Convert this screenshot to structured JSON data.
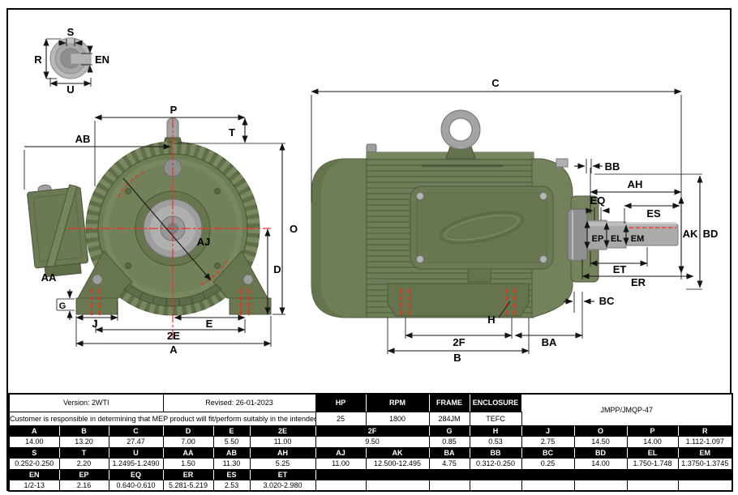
{
  "drawing": {
    "colors": {
      "body_green": "#6f7d55",
      "accent_red": "#e8321e",
      "metal_gray": "#a6a6a6"
    },
    "shaft_detail": {
      "s": "S",
      "r": "R",
      "en": "EN",
      "u": "U"
    },
    "front": {
      "p": "P",
      "ab": "AB",
      "t": "T",
      "o": "O",
      "d": "D",
      "aj": "AJ",
      "aa": "AA",
      "g": "G",
      "j": "J",
      "e": "E",
      "two_e": "2E",
      "a": "A"
    },
    "side": {
      "c": "C",
      "bb": "BB",
      "ah": "AH",
      "eq": "EQ",
      "es": "ES",
      "ep": "EP",
      "el": "EL",
      "em": "EM",
      "ak": "AK",
      "bd": "BD",
      "et": "ET",
      "er": "ER",
      "bc": "BC",
      "h": "H",
      "two_f": "2F",
      "ba": "BA",
      "b": "B"
    }
  },
  "table": {
    "version_label": "Version: 2WTI",
    "revised_label": "Revised: 26-01-2023",
    "disclaimer": "Customer is responsible in determining that MEP product will fit/perform suitably in the intended application",
    "spec_headers": [
      "HP",
      "RPM",
      "FRAME",
      "ENCLOSURE"
    ],
    "spec_values": [
      "25",
      "1800",
      "284JM",
      "TEFC"
    ],
    "model": "JMPP/JMQP-47",
    "dim_rows": [
      {
        "headers": [
          "A",
          "B",
          "C",
          "D",
          "E",
          "2E",
          "2F",
          "G",
          "H",
          "J",
          "O",
          "P",
          "R"
        ],
        "values": [
          "14.00",
          "13.20",
          "27.47",
          "7.00",
          "5.50",
          "11.00",
          "9.50",
          "0.85",
          "0.53",
          "2.75",
          "14.50",
          "14.00",
          "1.112-1.097"
        ]
      },
      {
        "headers": [
          "S",
          "T",
          "U",
          "AA",
          "AB",
          "AH",
          "AJ",
          "AK",
          "BA",
          "BB",
          "BC",
          "BD",
          "EL",
          "EM"
        ],
        "values": [
          "0.252-0.250",
          "2.20",
          "1.2495-1.2490",
          "1.50",
          "11.30",
          "5.25",
          "11.00",
          "12.500-12.495",
          "4.75",
          "0.312-0.250",
          "0.25",
          "14.00",
          "1.750-1.748",
          "1.3750-1.3745"
        ]
      },
      {
        "headers": [
          "EN",
          "EP",
          "EQ",
          "ER",
          "ES",
          "ET"
        ],
        "values": [
          "1/2-13",
          "2.16",
          "0.640-0.610",
          "5.281-5.219",
          "2.53",
          "3.020-2.980"
        ]
      }
    ]
  }
}
